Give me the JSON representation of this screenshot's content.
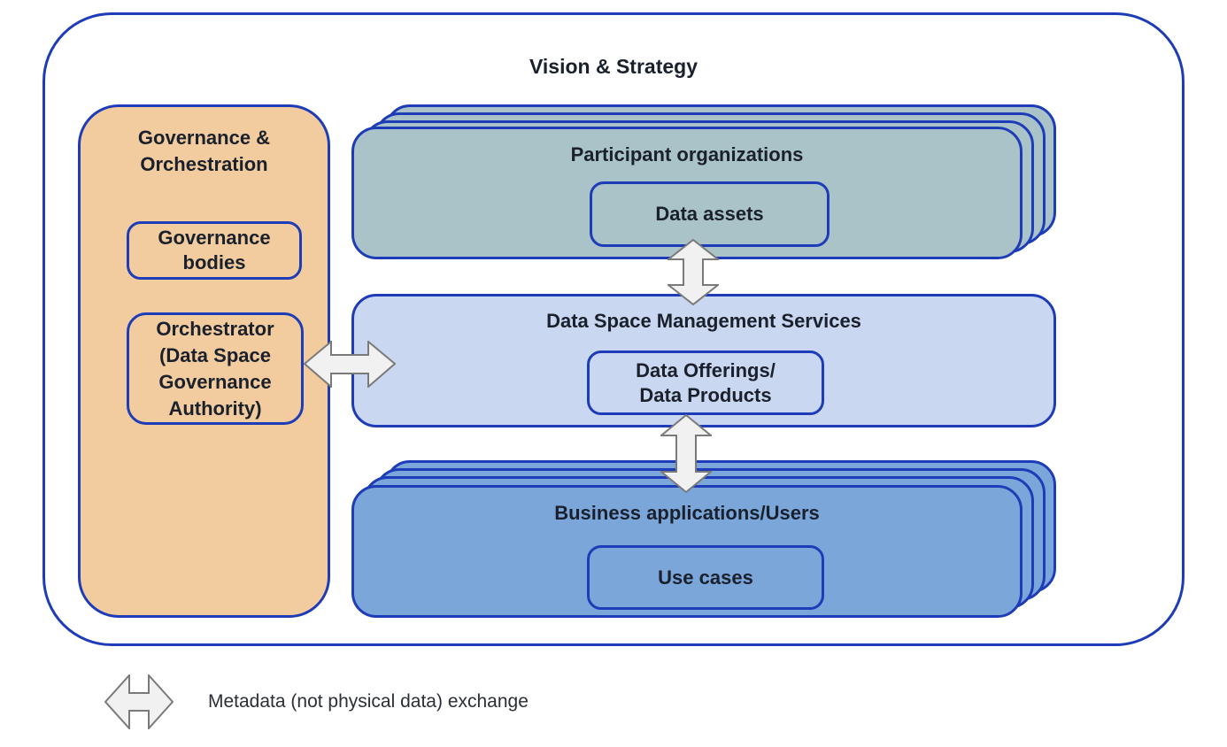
{
  "colors": {
    "border_blue": "#1e3cb8",
    "teal_fill": "#a9c3c9",
    "light_blue_fill": "#cad7f1",
    "medium_blue_fill": "#7aa6da",
    "orange_fill": "#f2cc9e",
    "arrow_fill": "#f1f1f1",
    "arrow_border": "#7a7a7a",
    "text_dark": "#1a202c",
    "background": "#ffffff"
  },
  "diagram": {
    "title": "Vision & Strategy",
    "governance": {
      "title": "Governance &\nOrchestration",
      "bodies_label": "Governance\nbodies",
      "orchestrator_label": "Orchestrator\n(Data Space\nGovernance\nAuthority)"
    },
    "participants": {
      "title": "Participant organizations",
      "inner_label": "Data assets"
    },
    "management": {
      "title": "Data Space Management Services",
      "inner_label": "Data Offerings/\nData Products"
    },
    "business": {
      "title": "Business applications/Users",
      "inner_label": "Use cases"
    },
    "legend": {
      "label": "Metadata (not physical data) exchange"
    }
  }
}
